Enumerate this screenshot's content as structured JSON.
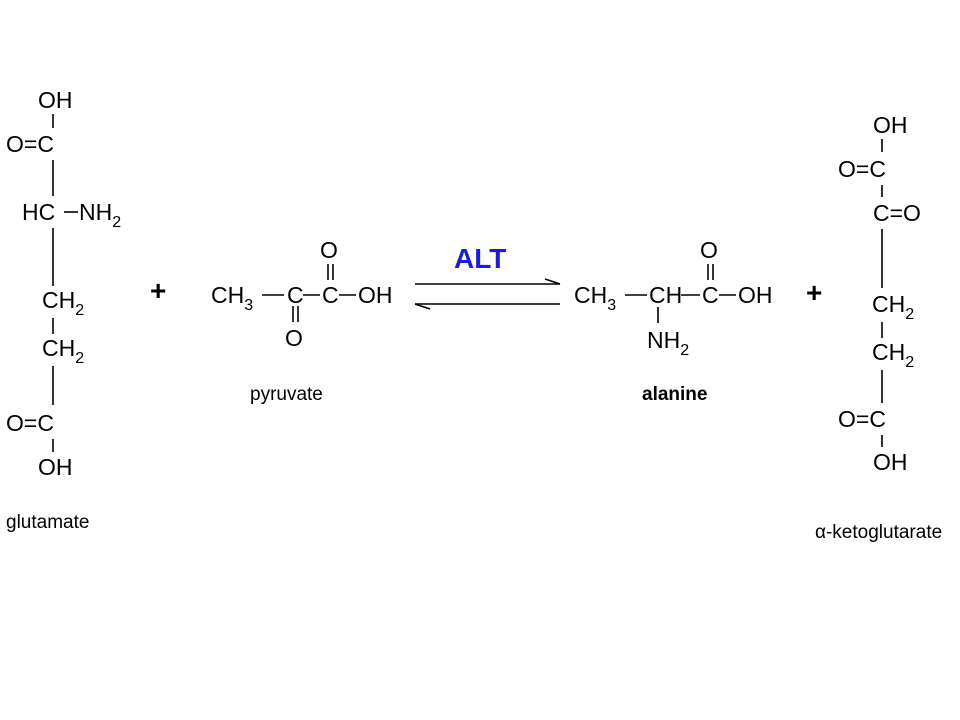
{
  "colors": {
    "text": "#000000",
    "amino": "#e8201c",
    "enzyme": "#1a1ae6"
  },
  "reaction": {
    "plus_left": "+",
    "plus_right": "+",
    "enzyme": "ALT"
  },
  "glutamate": {
    "name": "glutamate",
    "top_oh": "OH",
    "carboxyl_top": "O=C",
    "alpha": "HC",
    "amino_group": "NH",
    "amino_sub": "2",
    "ch2_1": "CH",
    "ch2_1_sub": "2",
    "ch2_2": "CH",
    "ch2_2_sub": "2",
    "carboxyl_bottom": "O=C",
    "bottom_oh": "OH"
  },
  "pyruvate": {
    "name": "pyruvate",
    "methyl": "CH",
    "methyl_sub": "3",
    "carbonyl_c": "C",
    "carbonyl_o": "O",
    "carboxyl_c": "C",
    "carboxyl_o": "O",
    "hydroxyl": "OH"
  },
  "alanine": {
    "name": "alanine",
    "methyl": "CH",
    "methyl_sub": "3",
    "alpha": "CH",
    "carboxyl_c": "C",
    "carboxyl_o": "O",
    "hydroxyl": "OH",
    "amino_group": "NH",
    "amino_sub": "2"
  },
  "alpha_ketoglutarate": {
    "name_prefix": "α",
    "name": "-ketoglutarate",
    "top_oh": "OH",
    "carboxyl_top": "O=C",
    "keto": "C=O",
    "ch2_1": "CH",
    "ch2_1_sub": "2",
    "ch2_2": "CH",
    "ch2_2_sub": "2",
    "carboxyl_bottom": "O=C",
    "bottom_oh": "OH"
  }
}
